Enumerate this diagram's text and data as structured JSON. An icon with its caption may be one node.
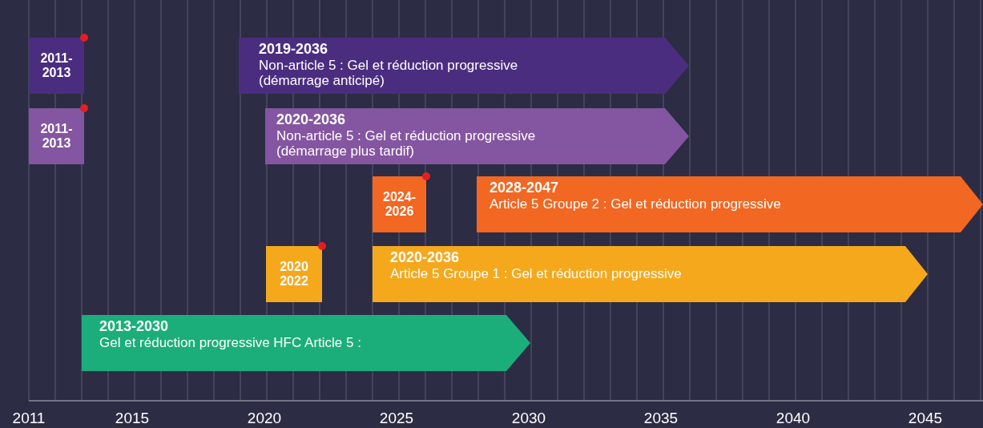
{
  "diagram": {
    "nodes": [
      {
        "text": [
          "2011-2013"
        ]
      },
      {
        "text": [
          "2019-2036",
          "Non-article 5 : Gel et réduction progressive (démarrage anticipé)"
        ]
      },
      {
        "text": [
          "2011-2013"
        ]
      },
      {
        "text": [
          "2020-2036",
          "Non-article 5 : Gel et réduction progressive (démarrage plus tardif)"
        ]
      },
      {
        "text": [
          "2024-2026"
        ]
      },
      {
        "text": [
          "2028-2047",
          "Article 5 Groupe 2 : Gel et réduction progressive"
        ]
      },
      {
        "text": [
          "2020 2022"
        ]
      },
      {
        "text": [
          "2020-2036",
          "Article 5 Groupe 1 : Gel et réduction progressive"
        ]
      },
      {
        "text": [
          "2013-2030",
          "Gel et réduction progressive HFC Article 5 :"
        ]
      }
    ],
    "labels": [
      "2011",
      "2015",
      "2020",
      "2025",
      "2030",
      "2035",
      "2040",
      "2045"
    ]
  }
}
